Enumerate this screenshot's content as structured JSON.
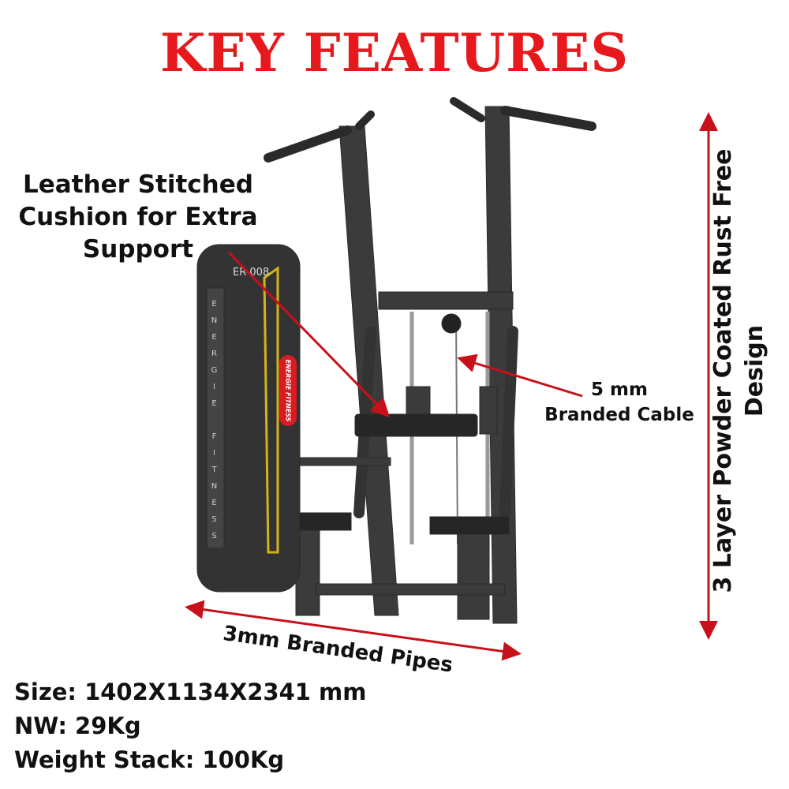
{
  "title": "KEY FEATURES",
  "features": {
    "cushion": [
      "Leather Stitched",
      "Cushion for Extra",
      "Support"
    ],
    "cable": [
      "5 mm",
      "Branded Cable"
    ],
    "pipes": "3mm Branded Pipes",
    "coating": [
      "3 Layer Powder Coated Rust Free",
      "Design"
    ]
  },
  "specs": [
    "Size: 1402X1134X2341 mm",
    "NW: 29Kg",
    "Weight Stack: 100Kg"
  ],
  "machine_branding": {
    "model": "ER-008",
    "side_text": "ENERGIE FITNESS",
    "badge": "ENERGIE FITNESS"
  },
  "colors": {
    "accent": "#e8191c",
    "frame": "#3b3b3b",
    "trim": "#d4b21a"
  }
}
